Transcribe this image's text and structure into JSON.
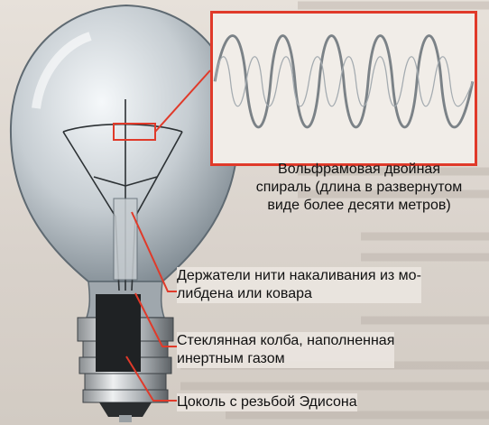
{
  "labels": {
    "tungsten_spiral": [
      "Вольфрамовая двойная",
      "спираль (длина в развернутом",
      "виде более десяти метров)"
    ],
    "filament_holders": [
      "Держатели нити накаливания из мо-",
      "либдена или ковара"
    ],
    "glass_bulb": [
      "Стеклянная колба, наполненная",
      "инертным газом"
    ],
    "base": [
      "Цоколь с резьбой Эдисона"
    ]
  },
  "colors": {
    "accent": "#e03a2a",
    "text": "#111111"
  },
  "icons": {
    "bulb": "incandescent-bulb-icon",
    "coil": "tungsten-coil-icon"
  }
}
